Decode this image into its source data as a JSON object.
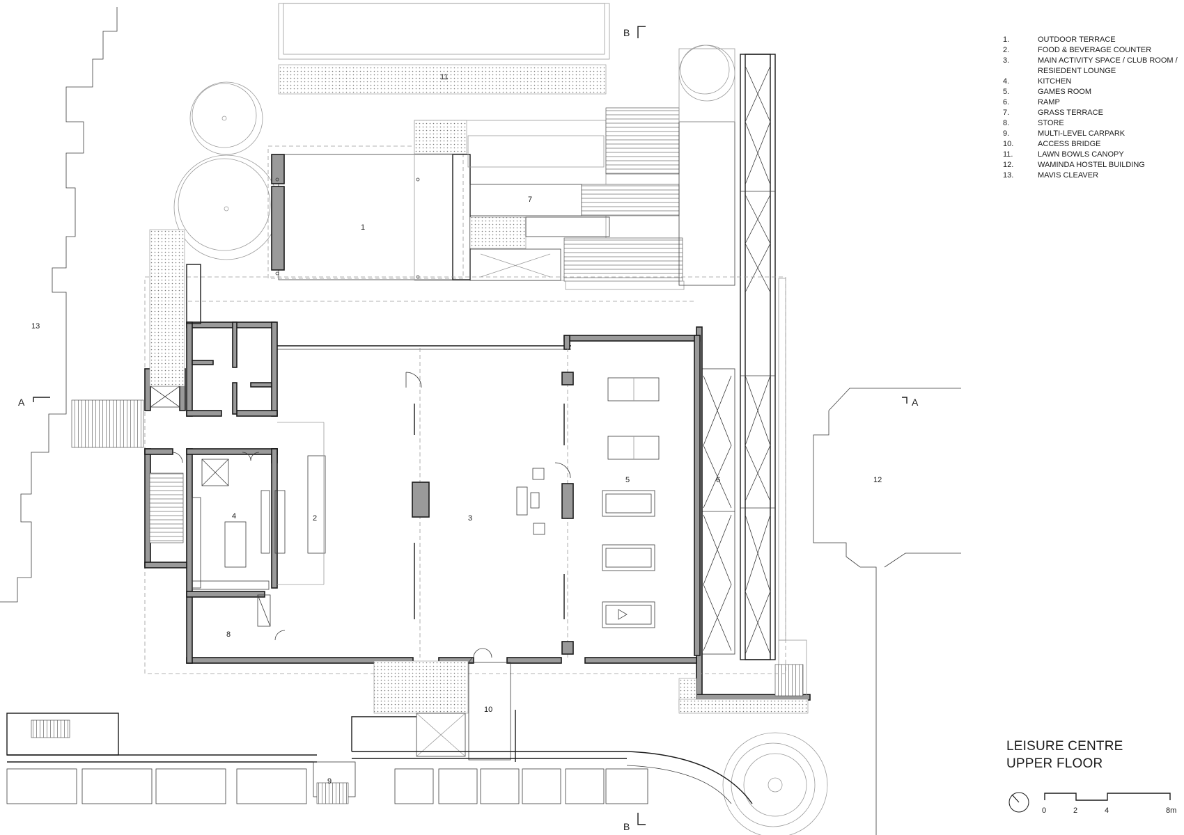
{
  "title": {
    "line1": "LEISURE CENTRE",
    "line2": "UPPER FLOOR"
  },
  "legend": [
    {
      "num": "1.",
      "text": "OUTDOOR TERRACE"
    },
    {
      "num": "2.",
      "text": "FOOD & BEVERAGE COUNTER"
    },
    {
      "num": "3.",
      "text": "MAIN ACTIVITY SPACE / CLUB ROOM /"
    },
    {
      "num": "",
      "text": "RESIEDENT LOUNGE"
    },
    {
      "num": "4.",
      "text": "KITCHEN"
    },
    {
      "num": "5.",
      "text": "GAMES ROOM"
    },
    {
      "num": "6.",
      "text": "RAMP"
    },
    {
      "num": "7.",
      "text": "GRASS TERRACE"
    },
    {
      "num": "8.",
      "text": "STORE"
    },
    {
      "num": "9.",
      "text": "MULTI-LEVEL CARPARK"
    },
    {
      "num": "10.",
      "text": "ACCESS BRIDGE"
    },
    {
      "num": "11.",
      "text": "LAWN BOWLS CANOPY"
    },
    {
      "num": "12.",
      "text": "WAMINDA HOSTEL BUILDING"
    },
    {
      "num": "13.",
      "text": "MAVIS CLEAVER"
    }
  ],
  "room_labels": {
    "r1": "1",
    "r2": "2",
    "r3": "3",
    "r4": "4",
    "r5": "5",
    "r6": "6",
    "r7": "7",
    "r8": "8",
    "r9": "9",
    "r10": "10",
    "r11": "11",
    "r12": "12",
    "r13": "13"
  },
  "section_markers": {
    "a_left": "A",
    "a_right": "A",
    "b_top": "B",
    "b_bottom": "B"
  },
  "scale_bar": {
    "t0": "0",
    "t2": "2",
    "t4": "4",
    "t8": "8m"
  }
}
